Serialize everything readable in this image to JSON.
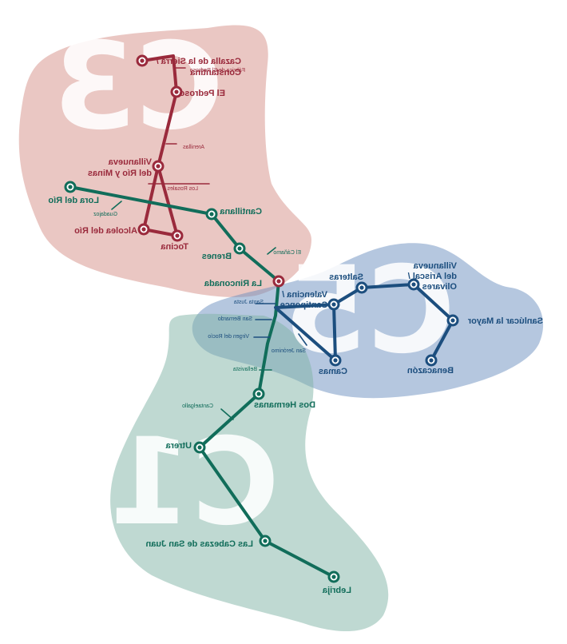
{
  "lines": {
    "c3": {
      "name": "C3",
      "color": "#9a2a3c",
      "area": "#d69088"
    },
    "c5": {
      "name": "C5",
      "color": "#1c4e7e",
      "area": "#6b8fbf"
    },
    "c1": {
      "name": "C1",
      "color": "#116d5a",
      "area": "#7fb3a5"
    }
  },
  "stations": {
    "cazalla": [
      "Cazalla de la Sierra /",
      "Constantina"
    ],
    "pedroso": "El Pedroso",
    "villanueva_rio": [
      "Villanueva",
      "del Río y Minas"
    ],
    "lora": "Lora del Río",
    "cantillana": "Cantillana",
    "alcolea": "Alcolea del Río",
    "tocina": "Tocina",
    "brenes": "Brenes",
    "rinconada": "La Rinconada",
    "salteras": "Salteras",
    "villanueva_ariscal": [
      "Villanueva",
      "del Ariscal /",
      "Olivares"
    ],
    "valencina": [
      "Valencina /",
      "Santiponce"
    ],
    "sanlucar": "Sanlúcar la Mayor",
    "camas": "Camas",
    "benacazon": "Benacazón",
    "dos_hermanas": "Dos Hermanas",
    "utrera": "Utrera",
    "cabezas": "Las Cabezas de San Juan",
    "lebrija": "Lebrija"
  },
  "minor": {
    "fabrica": "Fábrica de El Pedroso",
    "arenillas": "Arenillas",
    "rosales": "Los Rosales",
    "guadajoz": "Guadajoz",
    "el_cabano": "El Cáñamo",
    "santa_justa": "Santa Justa",
    "san_bernardo": "San Bernardo",
    "virgen_rocio": "Virgen del Rocío",
    "san_jeronimo": "San Jerónimo",
    "bellavista": "Bellavista",
    "cantaelgallo": "Cantaelgallo"
  }
}
